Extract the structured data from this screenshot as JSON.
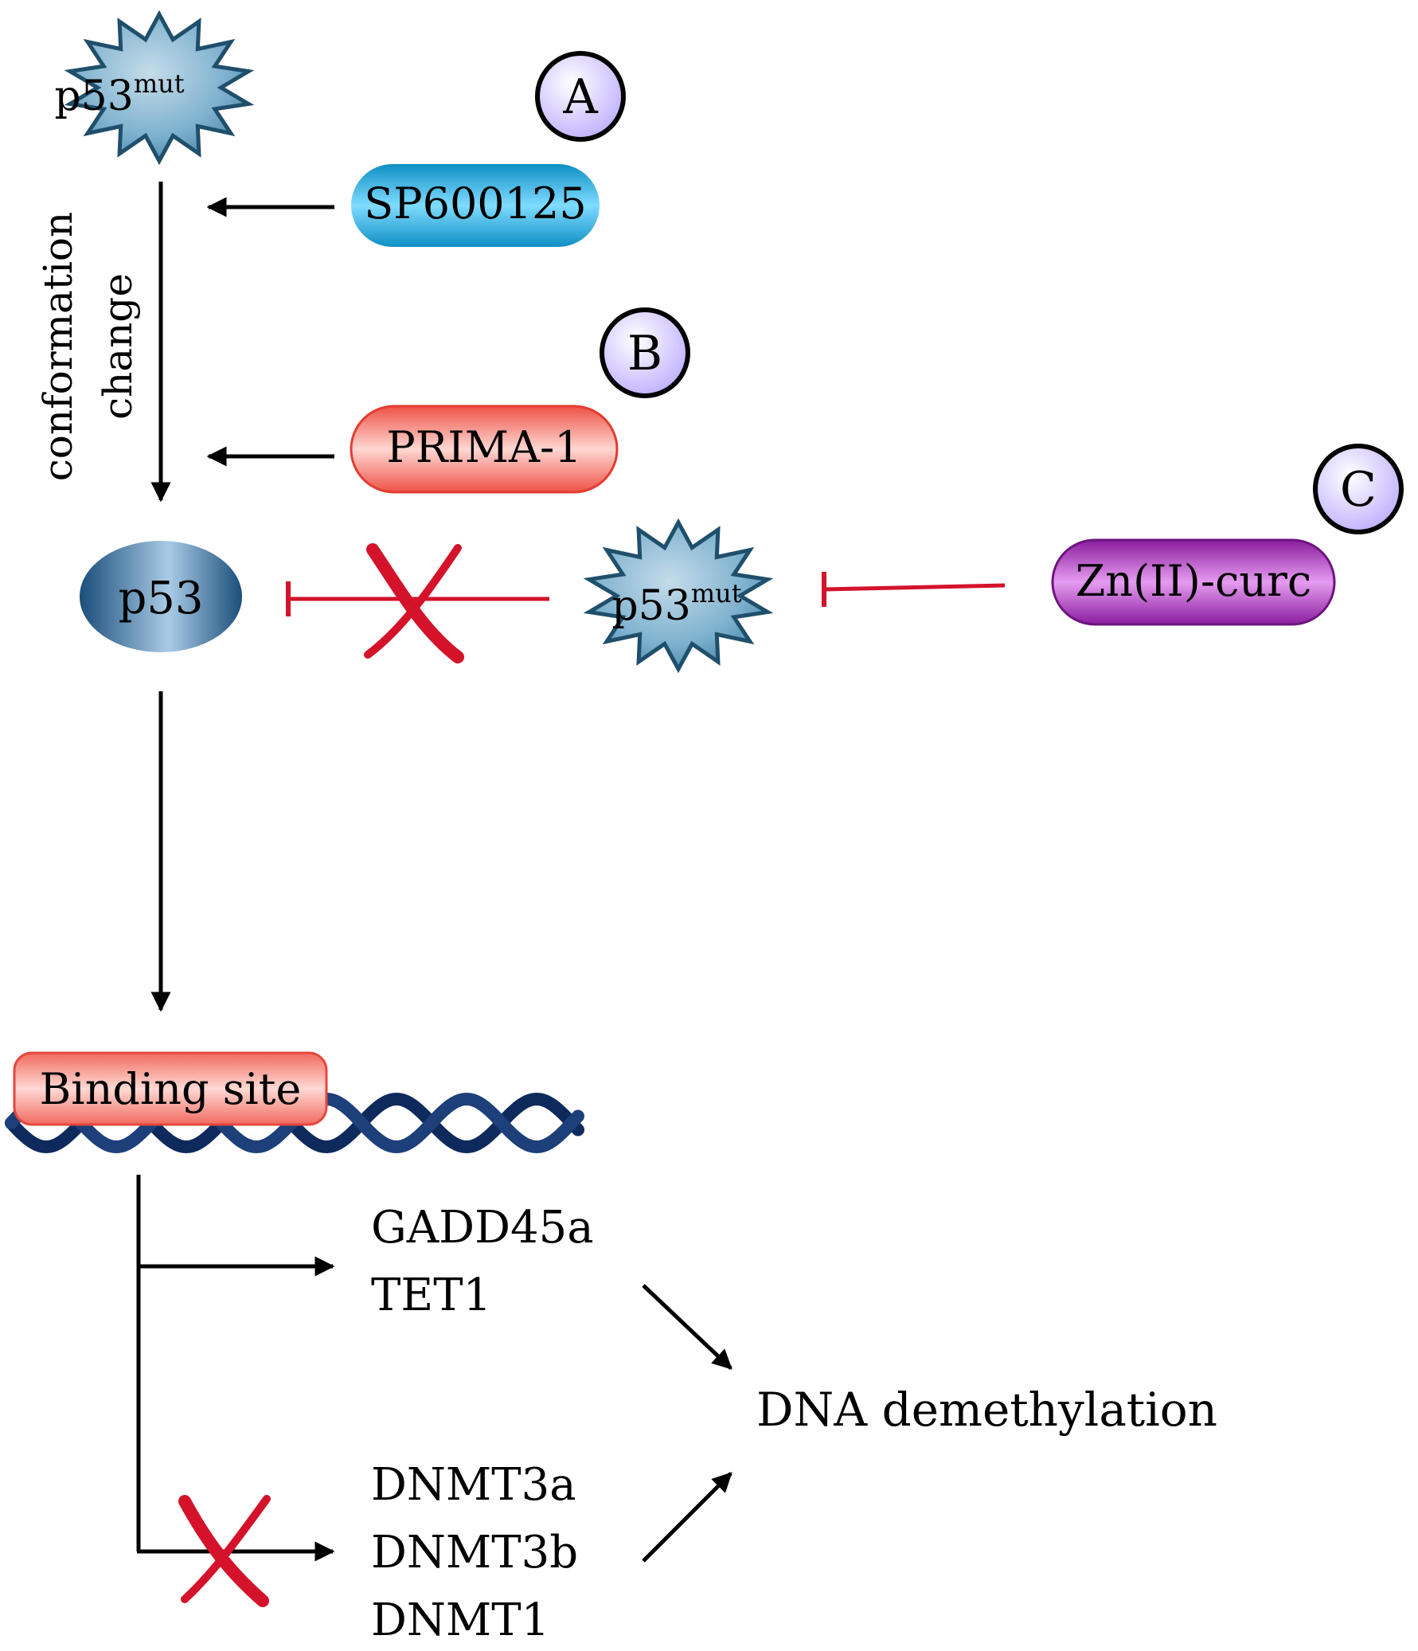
{
  "markers": {
    "a": "A",
    "b": "B",
    "c": "C"
  },
  "p53mut_top": {
    "base": "p53",
    "sup": "mut"
  },
  "p53mut_mid": {
    "base": "p53",
    "sup": "mut"
  },
  "conformation_label": [
    "conformation",
    "change"
  ],
  "drugs": {
    "sp600125": "SP600125",
    "prima1": "PRIMA-1",
    "zn_curc": "Zn(II)-curc"
  },
  "p53": "p53",
  "binding_site": "Binding site",
  "up_genes": [
    "GADD45a",
    "TET1"
  ],
  "down_genes": [
    "DNMT3a",
    "DNMT3b",
    "DNMT1"
  ],
  "outcome": "DNA demethylation",
  "colors": {
    "cyan_pill": "#1fb6e8",
    "red_pill": "#f58a80",
    "purple_pill": "#b63cc4",
    "marker_fill": "#d6ccff",
    "star_fill": "#7fb2cf",
    "star_edge": "#1f4f6b",
    "inhibit_red": "#d4132b",
    "dna_blue": "#0e2a5c"
  }
}
